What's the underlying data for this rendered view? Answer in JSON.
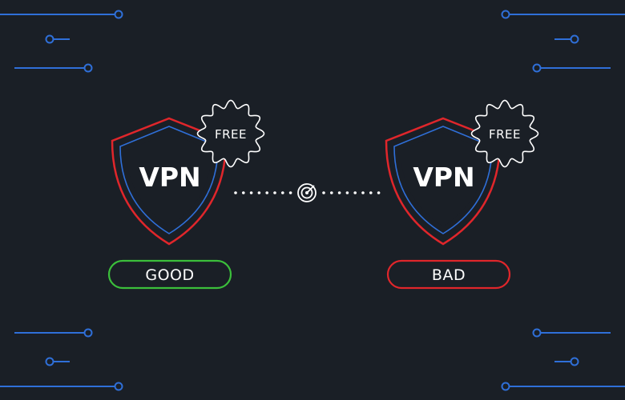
{
  "colors": {
    "background": "#1a1f26",
    "circuit": "#2f6fd8",
    "shield_outer": "#e0262b",
    "shield_inner": "#2f6fd8",
    "good": "#3bbf3b",
    "bad": "#e0262b",
    "text": "#ffffff"
  },
  "left_card": {
    "shield_text": "VPN",
    "badge_text": "FREE",
    "label": "GOOD"
  },
  "right_card": {
    "shield_text": "VPN",
    "badge_text": "FREE",
    "label": "BAD"
  },
  "connector": {
    "icon": "radar-icon"
  },
  "decorations": {
    "icon": "circuit-line-icon"
  }
}
